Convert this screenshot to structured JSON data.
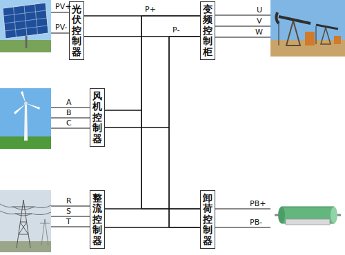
{
  "diagram": {
    "nodes": [
      {
        "text": [
          "光伏控制器"
        ]
      },
      {
        "text": [
          "变频控制柜"
        ]
      },
      {
        "text": [
          "风机控制器"
        ]
      },
      {
        "text": [
          "整流控制器"
        ]
      },
      {
        "text": [
          "卸荷控制器"
        ]
      }
    ],
    "edges": [
      {
        "from": 0,
        "to": 1,
        "arrow": "none"
      },
      {
        "from": 0,
        "to": 4,
        "arrow": "none"
      },
      {
        "from": 2,
        "to": 1,
        "arrow": "none"
      },
      {
        "from": 2,
        "to": 4,
        "arrow": "none"
      },
      {
        "from": 3,
        "to": 1,
        "arrow": "none"
      },
      {
        "from": 3,
        "to": 4,
        "arrow": "none"
      }
    ],
    "labels": [
      "PV+",
      "PV-",
      "A",
      "B",
      "C",
      "R",
      "S",
      "T",
      "P+",
      "P-",
      "U",
      "V",
      "W",
      "PB+",
      "PB-"
    ]
  }
}
